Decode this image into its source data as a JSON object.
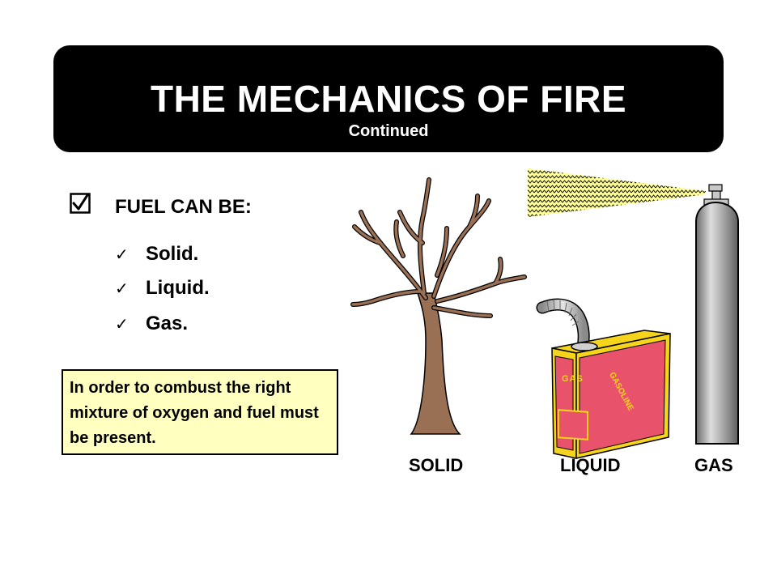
{
  "title": {
    "main": "THE MECHANICS OF FIRE",
    "sub": "Continued"
  },
  "heading": {
    "label": "FUEL CAN BE:",
    "icon": "checked-box-icon"
  },
  "items": [
    {
      "label": "Solid.",
      "icon": "checkmark-icon"
    },
    {
      "label": "Liquid.",
      "icon": "checkmark-icon"
    },
    {
      "label": "Gas.",
      "icon": "checkmark-icon"
    }
  ],
  "note": {
    "text": "In order to combust the right mixture of oxygen and fuel must be present."
  },
  "captions": {
    "solid": "SOLID",
    "liquid": "LIQUID",
    "gas": "GAS"
  },
  "can_labels": {
    "front": "GAS",
    "side": "GASOLINE"
  },
  "colors": {
    "banner": "#000000",
    "note_fill": "#ffffc0",
    "tree": "#9a7054",
    "can_body": "#e8536b",
    "can_trim": "#f5d41c",
    "cylinder": "#a9a9a9"
  }
}
